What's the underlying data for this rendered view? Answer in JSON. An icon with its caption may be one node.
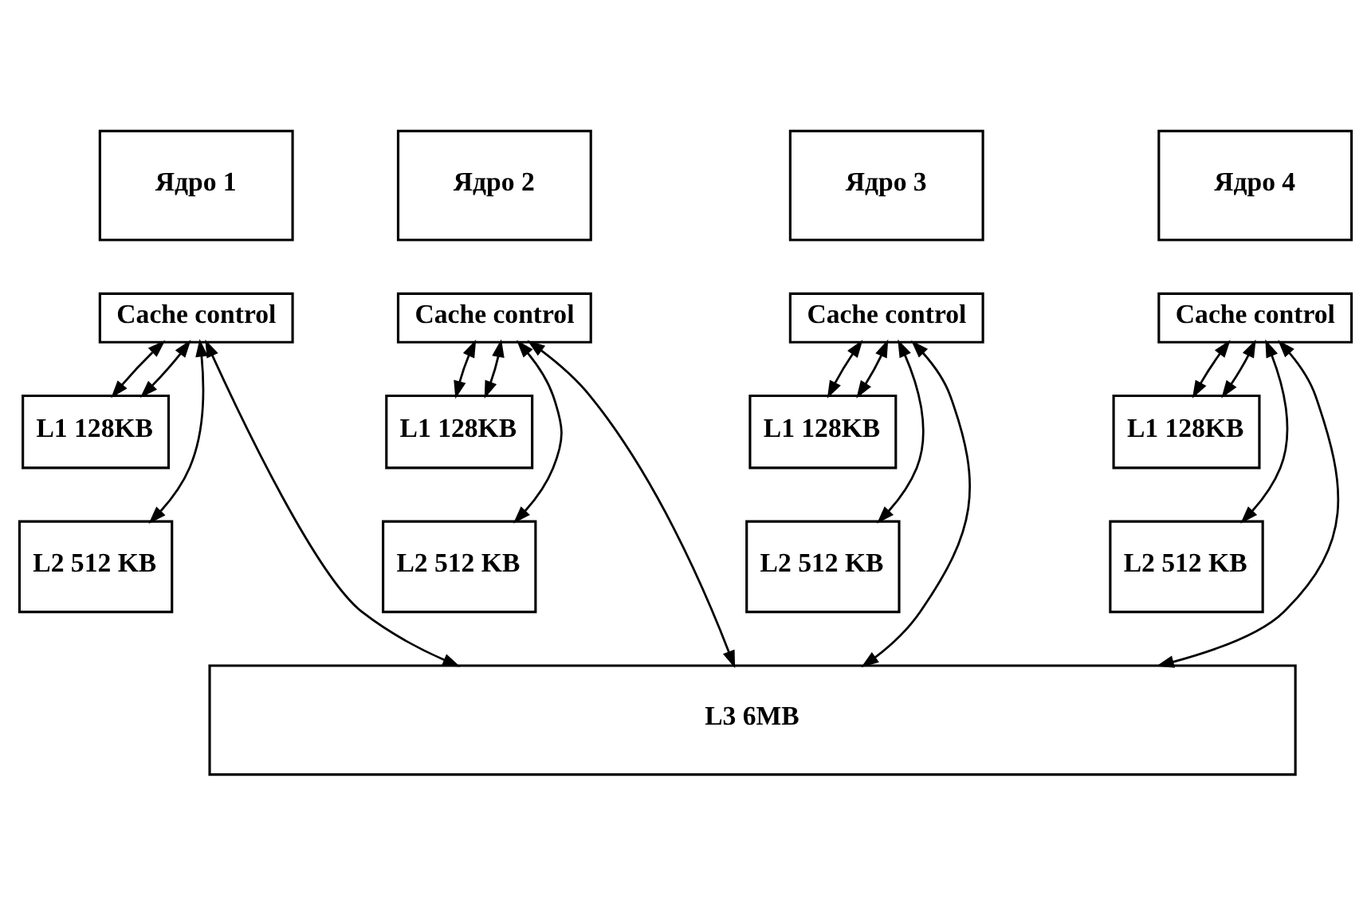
{
  "diagram": {
    "nodes": [
      {
        "text": [
          "Ядро 1"
        ]
      },
      {
        "text": [
          "Cache control"
        ]
      },
      {
        "text": [
          "L1 128KB"
        ]
      },
      {
        "text": [
          "L2 512 KB"
        ]
      },
      {
        "text": [
          "Ядро 2"
        ]
      },
      {
        "text": [
          "Cache control"
        ]
      },
      {
        "text": [
          "L1 128KB"
        ]
      },
      {
        "text": [
          "L2 512 KB"
        ]
      },
      {
        "text": [
          "Ядро 3"
        ]
      },
      {
        "text": [
          "Cache control"
        ]
      },
      {
        "text": [
          "L1 128KB"
        ]
      },
      {
        "text": [
          "L2 512 KB"
        ]
      },
      {
        "text": [
          "Ядро 4"
        ]
      },
      {
        "text": [
          "Cache control"
        ]
      },
      {
        "text": [
          "L1 128KB"
        ]
      },
      {
        "text": [
          "L2 512 KB"
        ]
      },
      {
        "text": [
          "L3 6MB"
        ]
      }
    ],
    "edges": [
      {
        "from": 1,
        "to": 16,
        "arrow": "both"
      },
      {
        "from": 1,
        "to": 3,
        "arrow": "both"
      },
      {
        "from": 1,
        "to": 2,
        "arrow": "both"
      },
      {
        "from": 1,
        "to": 2,
        "arrow": "both"
      },
      {
        "from": 5,
        "to": 16,
        "arrow": "both"
      },
      {
        "from": 5,
        "to": 7,
        "arrow": "both"
      },
      {
        "from": 5,
        "to": 6,
        "arrow": "both"
      },
      {
        "from": 5,
        "to": 6,
        "arrow": "both"
      },
      {
        "from": 9,
        "to": 16,
        "arrow": "both"
      },
      {
        "from": 9,
        "to": 11,
        "arrow": "both"
      },
      {
        "from": 9,
        "to": 10,
        "arrow": "both"
      },
      {
        "from": 9,
        "to": 10,
        "arrow": "both"
      },
      {
        "from": 13,
        "to": 16,
        "arrow": "both"
      },
      {
        "from": 13,
        "to": 15,
        "arrow": "both"
      },
      {
        "from": 13,
        "to": 14,
        "arrow": "both"
      },
      {
        "from": 13,
        "to": 14,
        "arrow": "both"
      }
    ]
  }
}
